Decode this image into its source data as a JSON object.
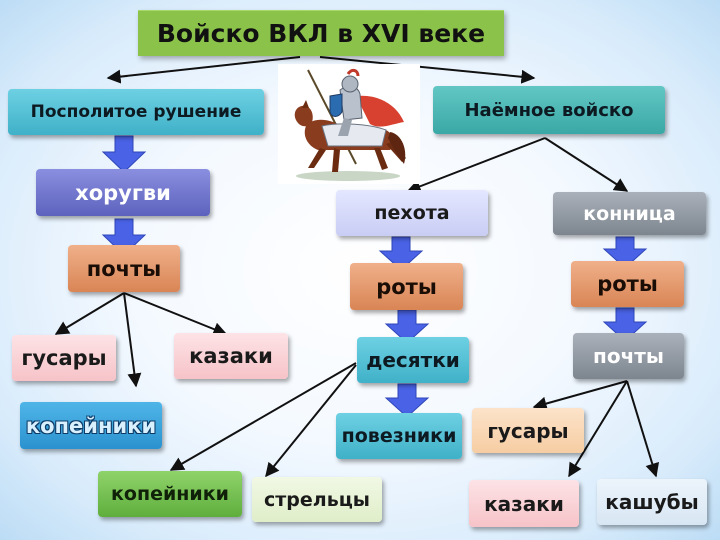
{
  "title": "Войско ВКЛ в XVI веке",
  "nodes": {
    "pospolitoe": "Посполитое рушение",
    "naemnoe": "Наёмное войско",
    "khorugvi": "хоругви",
    "pochty_left": "почты",
    "gusary_left": "гусары",
    "kazaki_left": "казаки",
    "kopeyniki_left": "копейники",
    "pekhota": "пехота",
    "konnitsa": "конница",
    "roty_mid": "роты",
    "roty_right": "роты",
    "desyatki": "десятки",
    "povezniki": "повезники",
    "pochty_right": "почты",
    "kopeyniki_mid": "копейники",
    "streltsy": "стрельцы",
    "gusary_right": "гусары",
    "kazaki_right": "казаки",
    "kashuby": "кашубы"
  },
  "colors": {
    "title": "#8bc34a",
    "block_arrow": "#4a63e6",
    "line": "#111111"
  },
  "icons": {
    "knight": "knight-on-horse-icon",
    "arrow": "down-block-arrow-icon"
  }
}
